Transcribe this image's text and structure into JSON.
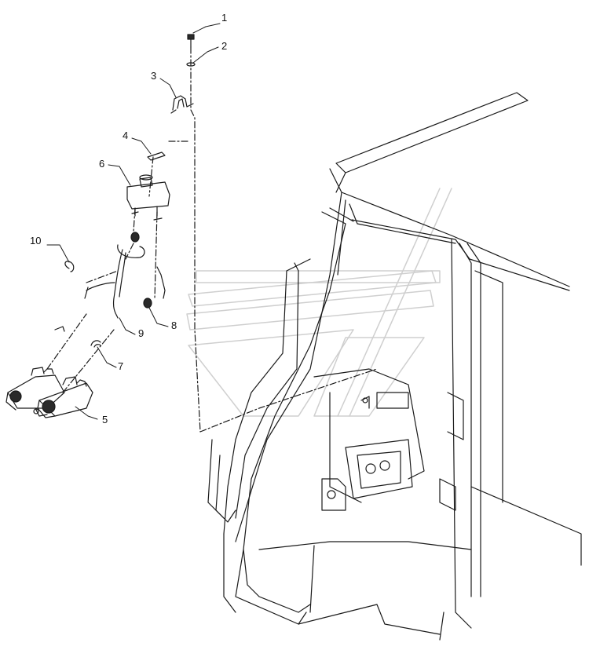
{
  "callouts": [
    {
      "id": "1",
      "label": "1"
    },
    {
      "id": "2",
      "label": "2"
    },
    {
      "id": "3",
      "label": "3"
    },
    {
      "id": "4",
      "label": "4"
    },
    {
      "id": "5",
      "label": "5"
    },
    {
      "id": "6",
      "label": "6"
    },
    {
      "id": "7",
      "label": "7"
    },
    {
      "id": "8",
      "label": "8"
    },
    {
      "id": "9",
      "label": "9"
    },
    {
      "id": "10",
      "label": "10"
    }
  ],
  "colors": {
    "line": "#1a1a1a",
    "watermark": "#cfcfcf",
    "fill_dark": "#2a2a2a"
  }
}
